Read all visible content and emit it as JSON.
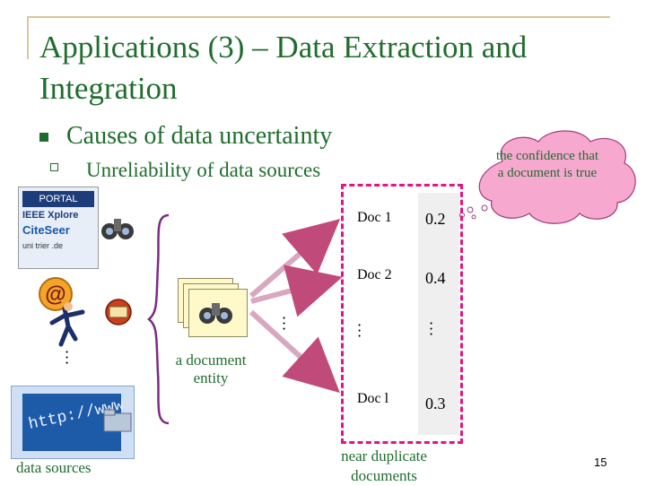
{
  "slide": {
    "title": "Applications (3) – Data Extraction and Integration",
    "bullet_main": "Causes of data uncertainty",
    "bullet_sub": "Unreliability of data sources",
    "cloud_text": "the confidence that a document is true",
    "doc_entity_label": "a document entity",
    "data_sources_label": "data sources",
    "near_dup_label": "near duplicate documents",
    "page_number": "15",
    "ellipsis": "…",
    "documents": [
      {
        "name": "Doc 1",
        "confidence": "0.2"
      },
      {
        "name": "Doc 2",
        "confidence": "0.4"
      },
      {
        "name": "Doc l",
        "confidence": "0.3"
      }
    ],
    "source_logos": {
      "portal": "PORTAL",
      "ieee": "IEEE Xplore",
      "citeseer": "CiteSeer",
      "unitrier": "uni trier .de",
      "url": "http://www"
    }
  },
  "colors": {
    "title_green": "#1f6d2d",
    "dashed_box": "#e0158a",
    "cloud_fill": "#f6a8cf",
    "brace": "#7d2a84",
    "arrow": "#c04a7a"
  }
}
